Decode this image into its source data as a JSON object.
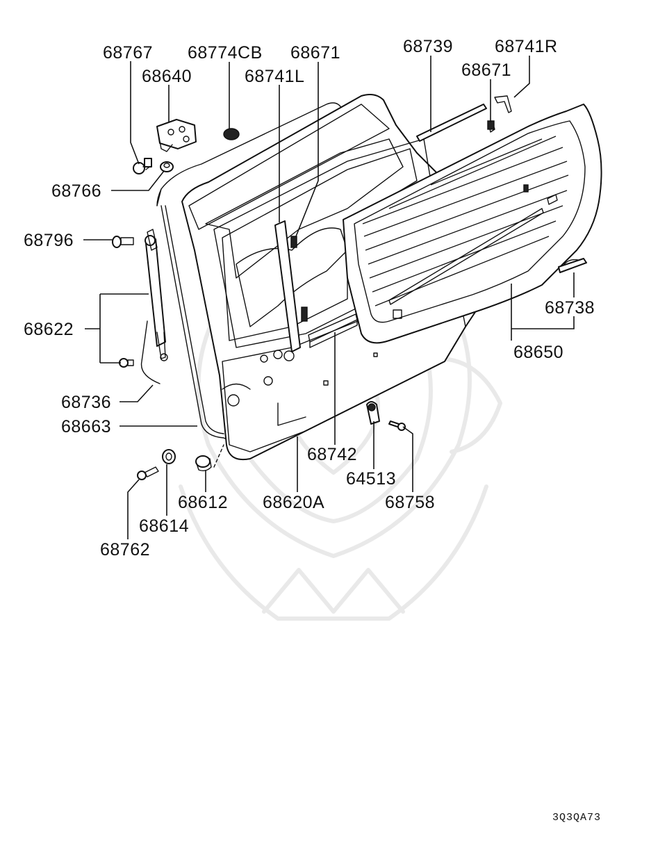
{
  "diagram": {
    "parts": [
      {
        "id": "68767",
        "label": "68767"
      },
      {
        "id": "68774CB",
        "label": "68774CB"
      },
      {
        "id": "68671-a",
        "label": "68671"
      },
      {
        "id": "68739",
        "label": "68739"
      },
      {
        "id": "68741R",
        "label": "68741R"
      },
      {
        "id": "68640",
        "label": "68640"
      },
      {
        "id": "68741L",
        "label": "68741L"
      },
      {
        "id": "68671-b",
        "label": "68671"
      },
      {
        "id": "68766",
        "label": "68766"
      },
      {
        "id": "68796",
        "label": "68796"
      },
      {
        "id": "68622",
        "label": "68622"
      },
      {
        "id": "68738",
        "label": "68738"
      },
      {
        "id": "68650",
        "label": "68650"
      },
      {
        "id": "68736",
        "label": "68736"
      },
      {
        "id": "68663",
        "label": "68663"
      },
      {
        "id": "68742",
        "label": "68742"
      },
      {
        "id": "64513",
        "label": "64513"
      },
      {
        "id": "68612",
        "label": "68612"
      },
      {
        "id": "68620A",
        "label": "68620A"
      },
      {
        "id": "68758",
        "label": "68758"
      },
      {
        "id": "68614",
        "label": "68614"
      },
      {
        "id": "68762",
        "label": "68762"
      }
    ],
    "figure_code": "3Q3QA73"
  }
}
